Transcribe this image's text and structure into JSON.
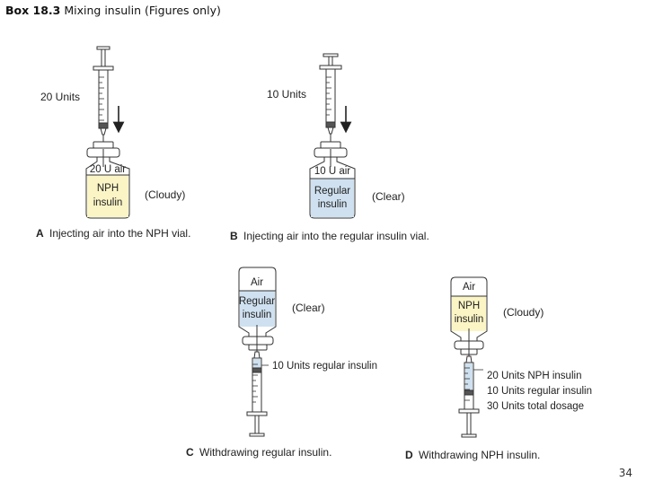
{
  "header": {
    "box_label": "Box 18.3",
    "subtitle": "Mixing insulin (Figures only)"
  },
  "page_number": "34",
  "colors": {
    "nph_fill": "#fbf4c5",
    "regular_fill": "#cfe1f0",
    "stroke": "#333333"
  },
  "panels": {
    "a": {
      "letter": "A",
      "caption": "Injecting air into the NPH vial.",
      "dose_label": "20 Units",
      "air_label": "20 U air",
      "vial_line1": "NPH",
      "vial_line2": "insulin",
      "appearance": "(Cloudy)"
    },
    "b": {
      "letter": "B",
      "caption": "Injecting air into the regular insulin vial.",
      "dose_label": "10 Units",
      "air_label": "10 U air",
      "vial_line1": "Regular",
      "vial_line2": "insulin",
      "appearance": "(Clear)"
    },
    "c": {
      "letter": "C",
      "caption": "Withdrawing regular insulin.",
      "top_label": "Air",
      "vial_line1": "Regular",
      "vial_line2": "insulin",
      "appearance": "(Clear)",
      "dose_label": "10 Units regular insulin"
    },
    "d": {
      "letter": "D",
      "caption": "Withdrawing NPH insulin.",
      "top_label": "Air",
      "vial_line1": "NPH",
      "vial_line2": "insulin",
      "appearance": "(Cloudy)",
      "dose_lines": [
        "20 Units NPH insulin",
        "10 Units regular insulin",
        "30 Units total dosage"
      ]
    }
  }
}
